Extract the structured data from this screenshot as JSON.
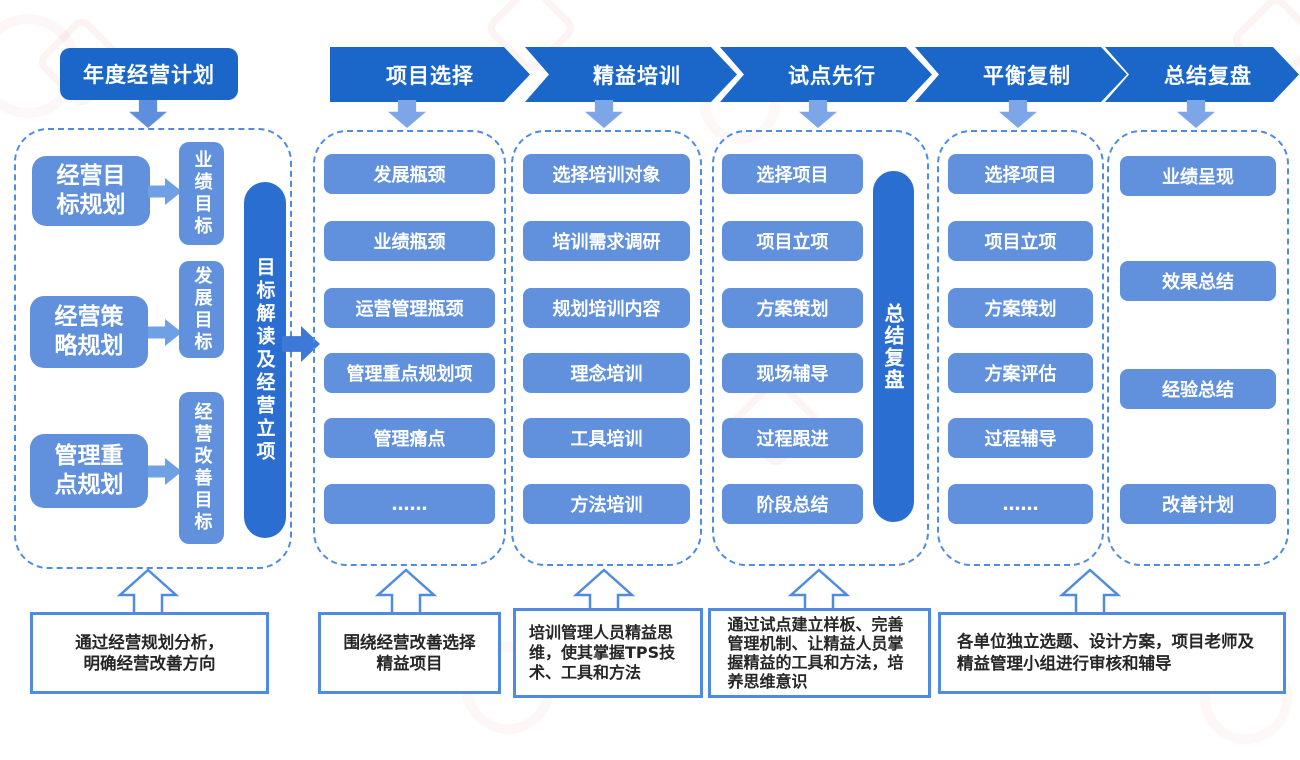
{
  "palette": {
    "header_blue": "#1b66c9",
    "bar_blue": "#2b6ed1",
    "node_blue": "#6191dd",
    "arrow_light_blue": "#7da6e8",
    "dashed_border_blue": "#4f8be0",
    "note_text": "#262626"
  },
  "root_title": {
    "label": "年度经营计划"
  },
  "phases": [
    {
      "label": "项目选择"
    },
    {
      "label": "精益培训"
    },
    {
      "label": "试点先行"
    },
    {
      "label": "平衡复制"
    },
    {
      "label": "总结复盘"
    }
  ],
  "planning_panel": {
    "rows": [
      {
        "source": "经营目标规划",
        "target": "业绩目标"
      },
      {
        "source": "经营策略规划",
        "target": "发展目标"
      },
      {
        "source": "管理重点规划",
        "target": "经营改善目标"
      }
    ],
    "side_bar": "目标解读及经营立项"
  },
  "columns": [
    {
      "phase": "项目选择",
      "items": [
        "发展瓶颈",
        "业绩瓶颈",
        "运营管理瓶颈",
        "管理重点规划项",
        "管理痛点",
        "……"
      ]
    },
    {
      "phase": "精益培训",
      "items": [
        "选择培训对象",
        "培训需求调研",
        "规划培训内容",
        "理念培训",
        "工具培训",
        "方法培训"
      ]
    },
    {
      "phase": "试点先行",
      "items": [
        "选择项目",
        "项目立项",
        "方案策划",
        "现场辅导",
        "过程跟进",
        "阶段总结"
      ],
      "side_bar": "总结复盘"
    },
    {
      "phase": "平衡复制",
      "items": [
        "选择项目",
        "项目立项",
        "方案策划",
        "方案评估",
        "过程辅导",
        "……"
      ]
    },
    {
      "phase": "总结复盘",
      "items": [
        "业绩呈现",
        "效果总结",
        "经验总结",
        "改善计划"
      ]
    }
  ],
  "notes": [
    {
      "text": "通过经营规划分析，明确经营改善方向"
    },
    {
      "text": "围绕经营改善选择精益项目"
    },
    {
      "text": "培训管理人员精益思维，使其掌握TPS技术、工具和方法"
    },
    {
      "text": "通过试点建立样板、完善管理机制、让精益人员掌握精益的工具和方法，培养思维意识"
    },
    {
      "text": "各单位独立选题、设计方案，项目老师及精益管理小组进行审核和辅导"
    }
  ]
}
